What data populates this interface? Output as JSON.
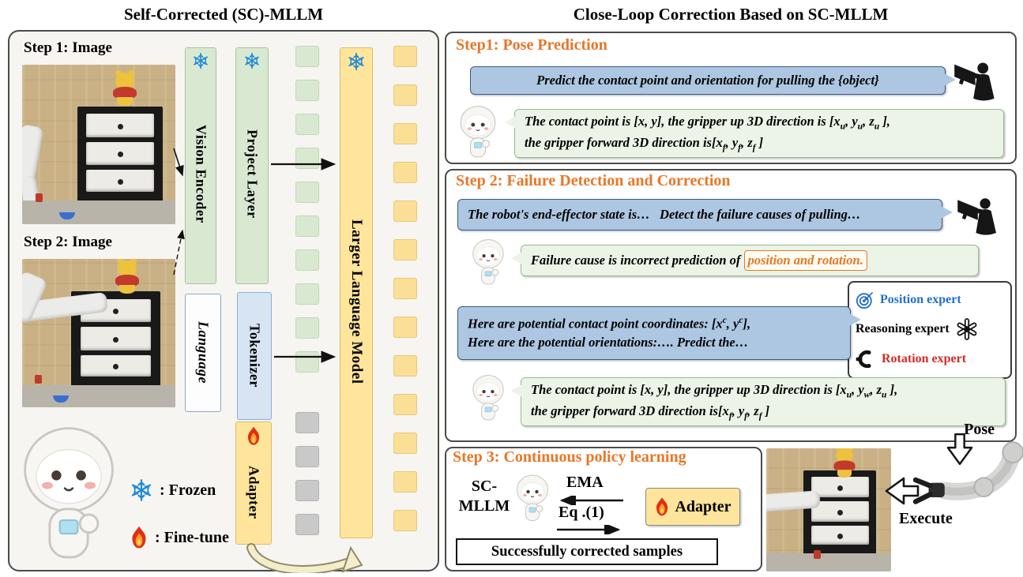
{
  "colors": {
    "accent_orange": "#e87627",
    "bubble_blue": "#adc7e2",
    "bubble_green": "#ebf4e6",
    "box_green": "#d9e9d1",
    "box_blue": "#d6e4f4",
    "box_yellow": "#ffe59b",
    "token_gray": "#c9c9c9",
    "frozen_blue": "#1f8ad6",
    "expert_blue": "#1f6fd0",
    "expert_red": "#d42a2a"
  },
  "left": {
    "title": "Self-Corrected (SC)-MLLM",
    "step1_image_label": "Step 1: Image",
    "step2_image_label": "Step 2: Image",
    "vision_encoder": "Vision Encoder",
    "project_layer": "Project Layer",
    "language": "Language",
    "tokenizer": "Tokenizer",
    "adapter": "Adapter",
    "llm": "Larger Language Model",
    "legend_frozen": ": Frozen",
    "legend_finetune": ": Fine-tune",
    "tokens": {
      "green": 10,
      "gray": 4,
      "yellow": 13
    }
  },
  "right": {
    "title": "Close-Loop Correction Based on SC-MLLM",
    "step1": {
      "heading": "Step1: Pose Prediction",
      "prompt": "Predict the contact point and orientation for pulling the {object}",
      "reply_html": "The contact point is [x, y], the gripper up 3D direction is [x<sub>u</sub>, y<sub>u</sub>, z<sub>u</sub> ],<br>the gripper forward 3D direction is[x<sub>f</sub>, y<sub>f</sub>, z<sub>f</sub> ]"
    },
    "step2": {
      "heading": "Step 2: Failure Detection and Correction",
      "prompt1_html": "The robot's end-effector state is…&nbsp;&nbsp;&nbsp;Detect the failure causes of pulling…",
      "failure_prefix": "Failure cause is incorrect prediction of ",
      "failure_highlight": "position and rotation.",
      "experts": {
        "position": "Position expert",
        "reasoning": "Reasoning expert",
        "rotation": "Rotation expert"
      },
      "prompt2_html": "Here are potential contact point coordinates: [x<sup>c</sup>, y<sup>c</sup>],<br>Here are the potential orientations:…. Predict the…",
      "reply_html": "The contact point is [x, y], the gripper up 3D direction is [x<sub>u</sub>, y<sub>w</sub>, z<sub>u</sub> ],<br>the gripper forward 3D direction is[x<sub>f</sub>, y<sub>f</sub>, z<sub>f</sub> ]",
      "pose_label": "Pose"
    },
    "step3": {
      "heading": "Step 3: Continuous policy learning",
      "model_line1": "SC-",
      "model_line2": "MLLM",
      "ema": "EMA",
      "eq": "Eq .(1)",
      "adapter": "Adapter",
      "samples": "Successfully corrected samples",
      "execute": "Execute"
    }
  }
}
